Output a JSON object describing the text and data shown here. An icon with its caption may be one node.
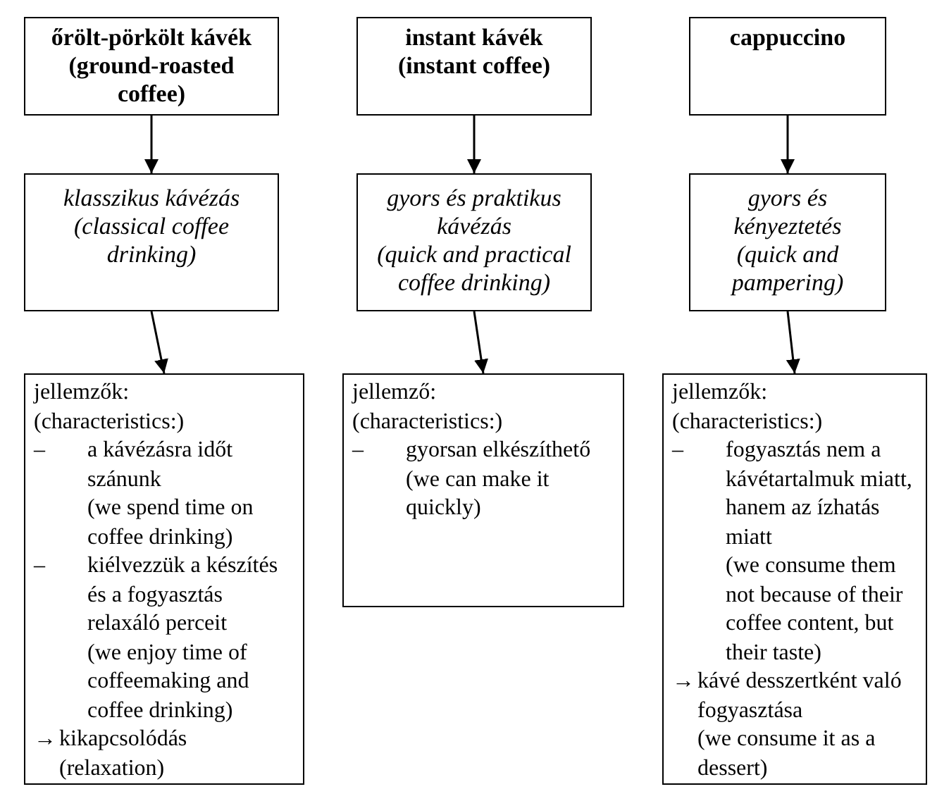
{
  "diagram": {
    "nodes": [
      {
        "text": [
          "őrölt-pörkölt kávék (ground-roasted coffee)"
        ]
      },
      {
        "text": [
          "instant kávék (instant coffee)"
        ]
      },
      {
        "text": [
          "cappuccino"
        ]
      },
      {
        "text": [
          "klasszikus kávézás (classical coffee drinking)"
        ]
      },
      {
        "text": [
          "gyors és praktikus kávézás",
          "(quick and practical coffee drinking)"
        ]
      },
      {
        "text": [
          "gyors és kényeztetés",
          "(quick and pampering)"
        ]
      },
      {
        "text": [
          "jellemzők:",
          "(characteristics:)",
          "–",
          "a kávézásra időt szánunk",
          "(we spend time on coffee drinking)",
          "–",
          "kiélvezzük a készítés és a fogyasztás relaxáló perceit",
          "(we enjoy time of coffeemaking and coffee drinking)",
          "→",
          "kikapcsolódás",
          "(relaxation)"
        ]
      },
      {
        "text": [
          "jellemző:",
          "(characteristics:)",
          "–",
          "gyorsan elkészíthető",
          "(we can make it quickly)"
        ]
      },
      {
        "text": [
          "jellemzők:",
          "(characteristics:)",
          "–",
          "fogyasztás nem a kávétartalmuk miatt, hanem az ízhatás miatt",
          "(we consume them not because of their coffee content, but their taste)",
          "→",
          "kávé desszertként való fogyasztása",
          "(we consume it as a dessert)"
        ]
      }
    ],
    "edges": [
      {
        "from": 0,
        "to": 3,
        "arrow": "to"
      },
      {
        "from": 1,
        "to": 4,
        "arrow": "to"
      },
      {
        "from": 2,
        "to": 5,
        "arrow": "to"
      },
      {
        "from": 3,
        "to": 6,
        "arrow": "to"
      },
      {
        "from": 4,
        "to": 7,
        "arrow": "to"
      },
      {
        "from": 5,
        "to": 8,
        "arrow": "to"
      }
    ]
  }
}
